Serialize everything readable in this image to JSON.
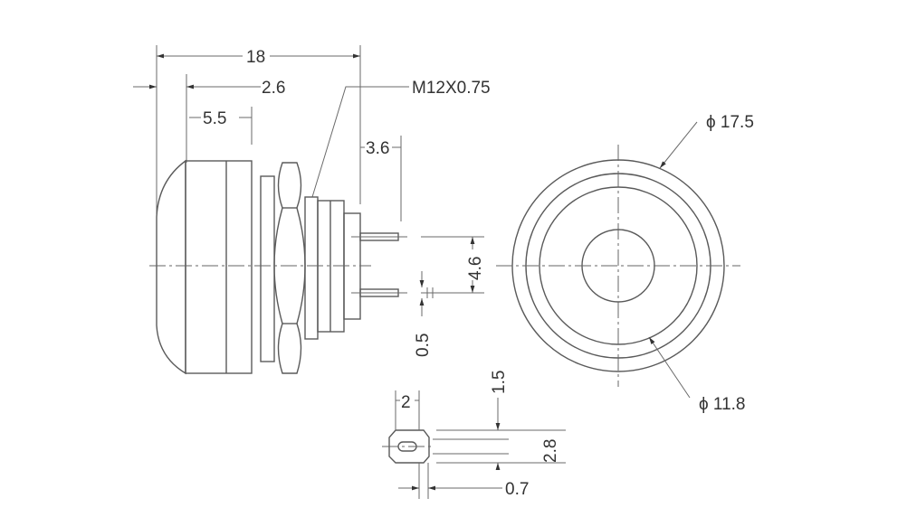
{
  "drawing": {
    "side_view": {
      "overall_length": "18",
      "dim_a": "2.6",
      "dim_b": "5.5",
      "thread": "M12X0.75",
      "dim_c": "3.6",
      "pin_spacing": "4.6",
      "pin_width": "0.5"
    },
    "front_view": {
      "outer_diameter": "ϕ 17.5",
      "inner_diameter": "ϕ 11.8"
    },
    "pin_detail": {
      "width": "2",
      "height_a": "1.5",
      "height_b": "2.8",
      "thickness": "0.7"
    }
  }
}
